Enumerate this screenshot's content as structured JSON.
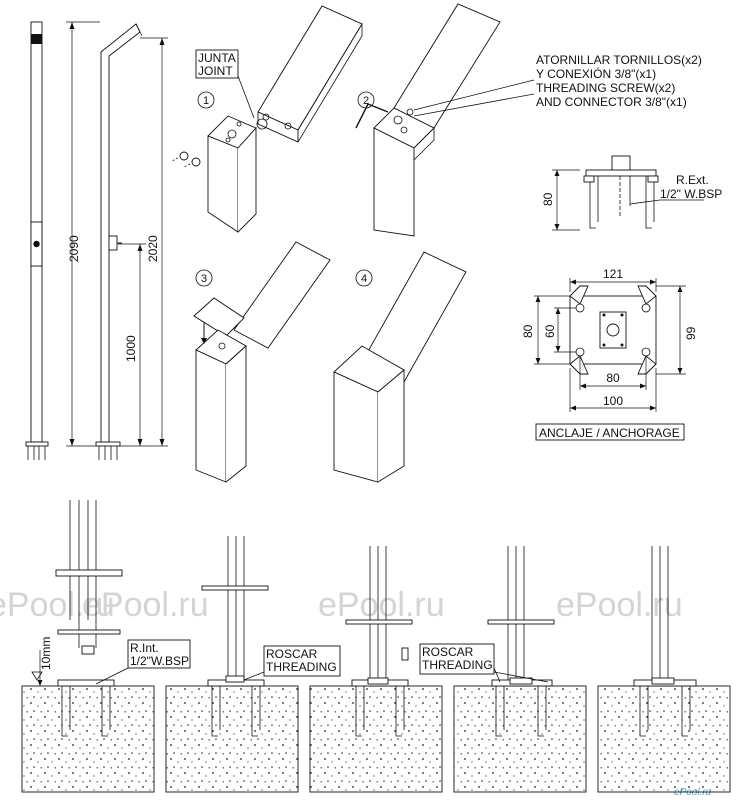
{
  "dimensions": {
    "overall_height": "2090",
    "spout_height": "2020",
    "valve_height": "1000",
    "plate_height": "80",
    "plate_width": "121",
    "hole_spacing_x": "80",
    "plate_inner_width": "100",
    "hole_spacing_y": "60",
    "plate_depth": "80",
    "plate_side": "99",
    "gap": "10mm"
  },
  "steps": [
    "1",
    "2",
    "3",
    "4"
  ],
  "labels": {
    "junta": "JUNTA",
    "joint": "JOINT",
    "screw_es_1": "ATORNILLAR TORNILLOS(x2)",
    "screw_es_2": "Y CONEXIÓN 3/8\"(x1)",
    "screw_en_1": "THREADING SCREW(x2)",
    "screw_en_2": "AND CONNECTOR 3/8\"(x1)",
    "rext_1": "R.Ext.",
    "rext_2": "1/2\" W.BSP",
    "anchorage": "ANCLAJE / ANCHORAGE",
    "rint_1": "R.Int.",
    "rint_2": "1/2\"W.BSP",
    "roscar": "ROSCAR",
    "threading": "THREADING",
    "roscar_b": "ROSCAR",
    "threading_b": "THREADING"
  },
  "watermark": {
    "text": "ePool.ru",
    "logo": "ePool.ru"
  }
}
